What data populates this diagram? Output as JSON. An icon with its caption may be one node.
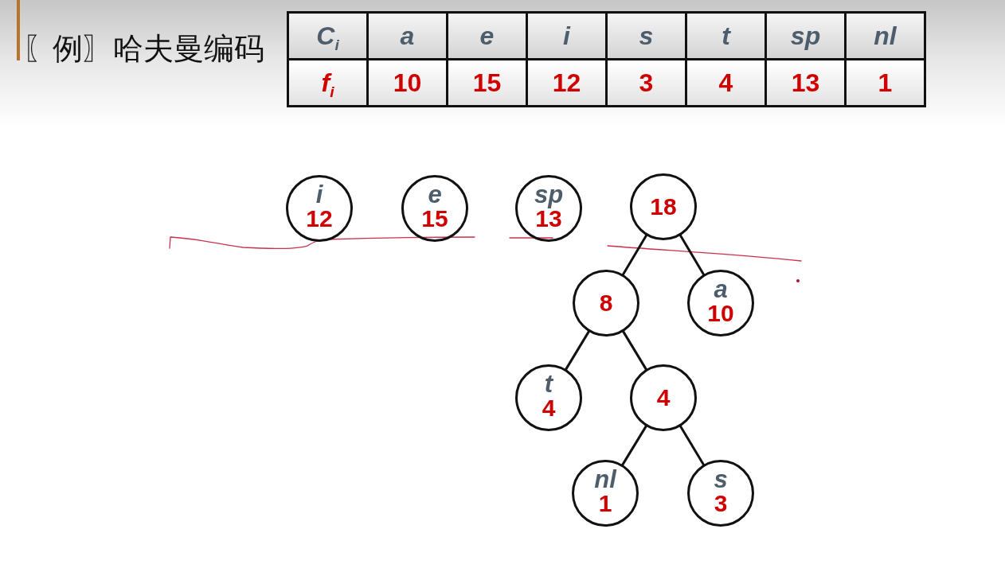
{
  "diagram": {
    "title": "〖例〗哈夫曼编码",
    "nodes": [
      {
        "text": [
          "i",
          "12"
        ]
      },
      {
        "text": [
          "e",
          "15"
        ]
      },
      {
        "text": [
          "sp",
          "13"
        ]
      },
      {
        "text": [
          "18"
        ]
      },
      {
        "text": [
          "8"
        ]
      },
      {
        "text": [
          "a",
          "10"
        ]
      },
      {
        "text": [
          "t",
          "4"
        ]
      },
      {
        "text": [
          "4"
        ]
      },
      {
        "text": [
          "nl",
          "1"
        ]
      },
      {
        "text": [
          "s",
          "3"
        ]
      }
    ],
    "edges": [
      {
        "from": 3,
        "to": 4,
        "arrow": "none"
      },
      {
        "from": 3,
        "to": 5,
        "arrow": "none"
      },
      {
        "from": 4,
        "to": 6,
        "arrow": "none"
      },
      {
        "from": 4,
        "to": 7,
        "arrow": "none"
      },
      {
        "from": 7,
        "to": 8,
        "arrow": "none"
      },
      {
        "from": 7,
        "to": 9,
        "arrow": "none"
      }
    ],
    "labels": [
      "C$_{i}$",
      "a",
      "e",
      "i",
      "s",
      "t",
      "sp",
      "nl",
      "f$_{i}$",
      "10",
      "15",
      "12",
      "3",
      "4",
      "13",
      "1"
    ]
  }
}
